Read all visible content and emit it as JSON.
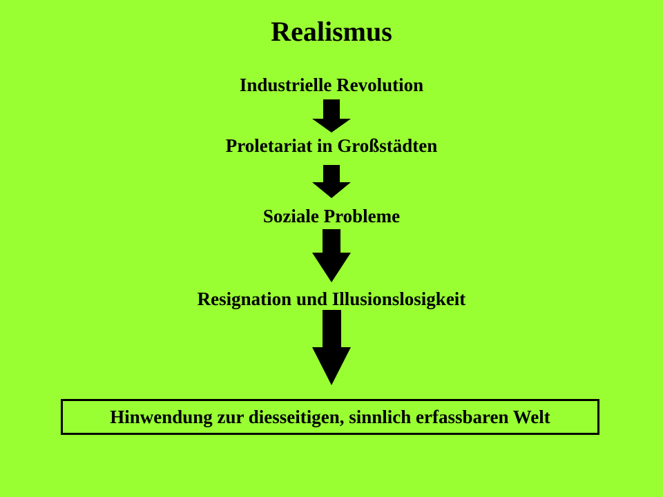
{
  "title": "Realismus",
  "steps": [
    "Industrielle Revolution",
    "Proletariat in Großstädten",
    "Soziale Probleme",
    "Resignation und Illusionslosigkeit"
  ],
  "result": "Hinwendung zur diesseitigen, sinnlich erfassbaren Welt",
  "colors": {
    "background": "#99ff33",
    "foreground": "#000000"
  }
}
